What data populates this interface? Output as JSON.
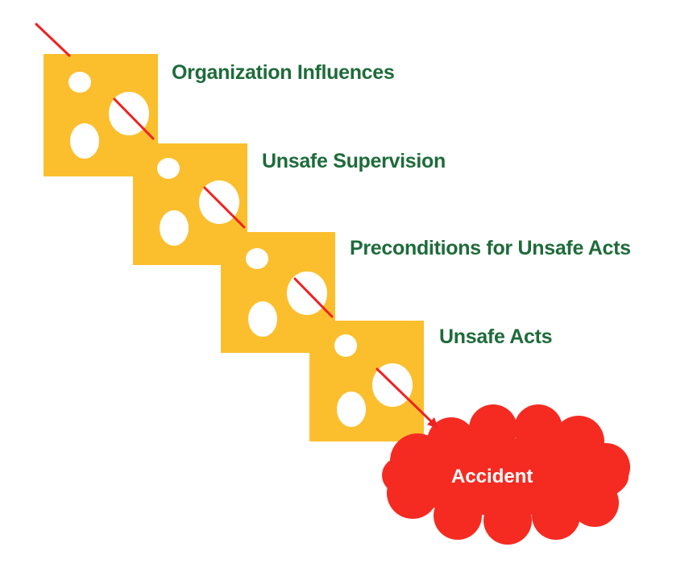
{
  "layers": [
    {
      "label": "Organization Influences"
    },
    {
      "label": "Unsafe Supervision"
    },
    {
      "label": "Preconditions for Unsafe Acts"
    },
    {
      "label": "Unsafe Acts"
    }
  ],
  "outcome": {
    "label": "Accident"
  },
  "colors": {
    "slice": "#fbbf2e",
    "hole": "#ffffff",
    "label_text": "#1e6b3a",
    "trajectory": "#ee2222",
    "accident_cloud": "#f52b22",
    "accident_text": "#ffffff"
  }
}
